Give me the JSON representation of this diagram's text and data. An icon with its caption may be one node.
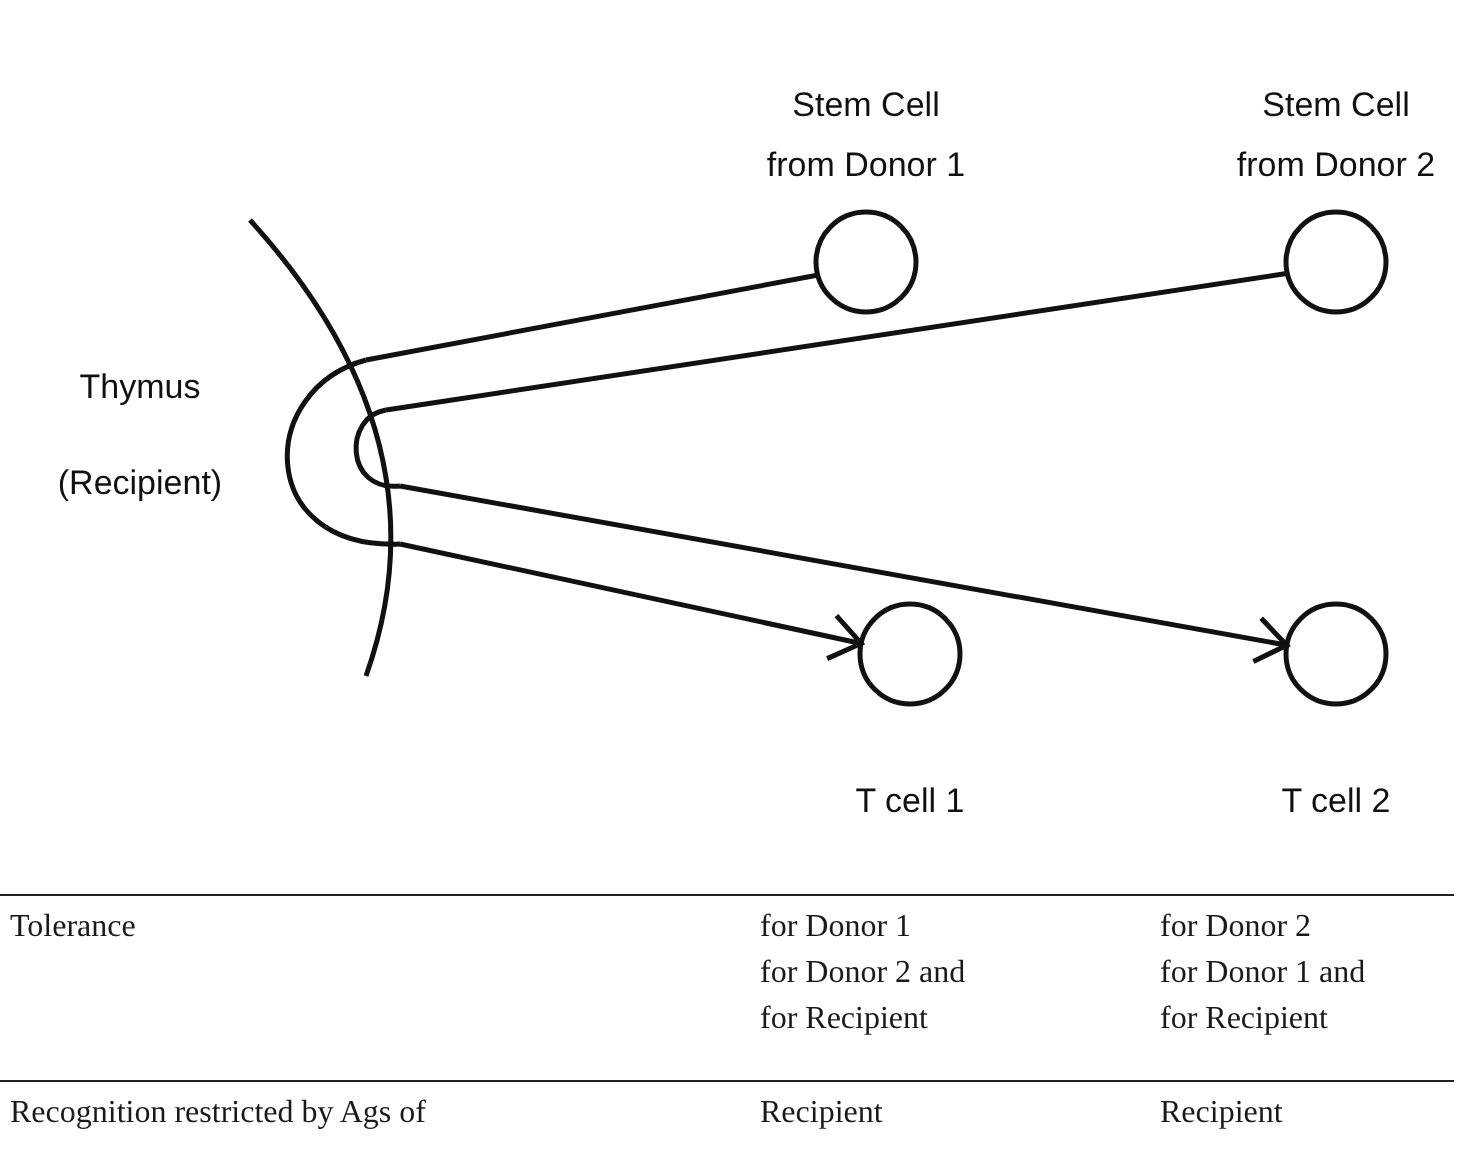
{
  "diagram": {
    "nodes": [
      {
        "text": [
          "Stem Cell from Donor 1"
        ]
      },
      {
        "text": [
          "Stem Cell from Donor 2"
        ]
      },
      {
        "text": [
          "T cell 1"
        ]
      },
      {
        "text": [
          "T cell 2"
        ]
      },
      {
        "text": [
          "Thymus (Recipient)"
        ]
      }
    ],
    "edges": [
      {
        "from": 0,
        "to": 4,
        "arrow": "none"
      },
      {
        "from": 1,
        "to": 4,
        "arrow": "none"
      },
      {
        "from": 4,
        "to": 2,
        "arrow": "to"
      },
      {
        "from": 4,
        "to": 3,
        "arrow": "to"
      }
    ],
    "labels": [
      "Tolerance",
      "for Donor 1",
      "for Donor 2 and for Recipient",
      "for Donor 2",
      "for Donor 1 and for Recipient",
      "Recognition restricted by Ags of",
      "Recipient",
      "Recipient"
    ]
  }
}
